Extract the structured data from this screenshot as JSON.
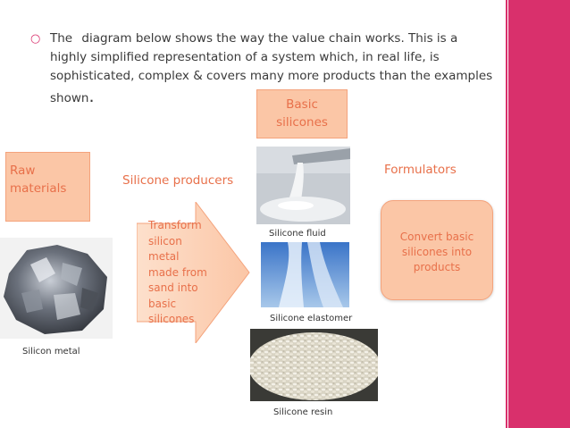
{
  "slide": {
    "bullet_icon": "bullet-circle-icon",
    "intro": {
      "lead": "The",
      "line1_rest": "diagram below shows the way the value chain works. This is a",
      "line2": "highly simplified representation  of a system which, in real life, is",
      "line3": "sophisticated, complex & covers many more products than the examples",
      "line4": "shown",
      "period": "."
    },
    "raw_materials": {
      "line1": "Raw",
      "line2": "materials"
    },
    "basic_silicones": {
      "line1": "Basic",
      "line2": "silicones"
    },
    "silicone_producers": "Silicone producers",
    "formulators": "Formulators",
    "transform": [
      "Transform",
      "silicon",
      "metal",
      "made from",
      "sand into",
      "basic",
      "silicones"
    ],
    "convert": {
      "line1": "Convert basic",
      "line2": "silicones  into",
      "line3": "products"
    },
    "captions": {
      "silicon_metal": "Silicon metal",
      "silicone_fluid": "Silicone fluid",
      "silicone_elastomer": "Silicone elastomer",
      "silicone_resin": "Silicone resin"
    },
    "colors": {
      "accent": "#d9306c",
      "box_fill": "#fbc6a6",
      "box_text": "#e8704a"
    }
  }
}
